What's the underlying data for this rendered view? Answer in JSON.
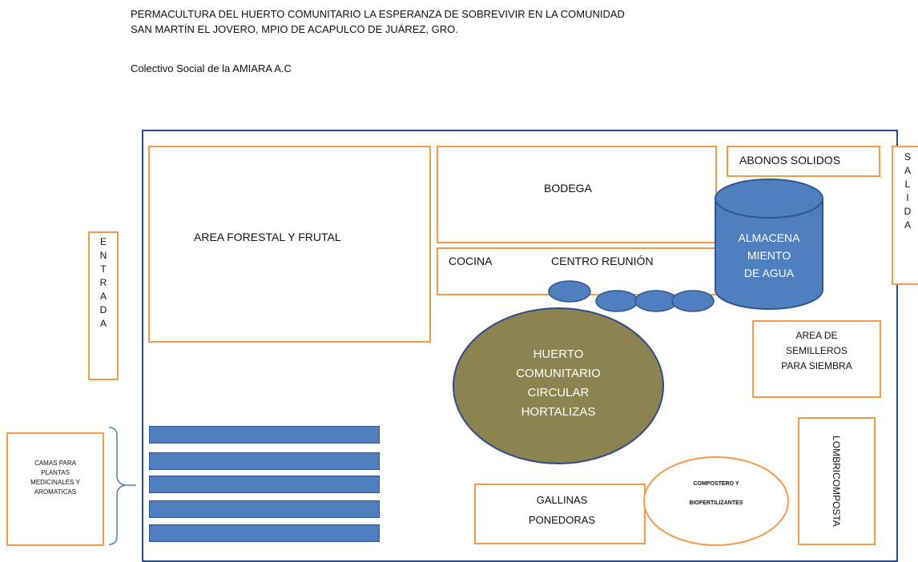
{
  "header": {
    "title_line1": "PERMACULTURA DEL HUERTO COMUNITARIO LA ESPERANZA DE SOBREVIVIR EN LA COMUNIDAD",
    "title_line2": "SAN MARTÍN EL JOVERO, MPIO DE ACAPULCO DE JUÁREZ,  GRO.",
    "subtitle": "Colectivo Social de la AMIARA  A.C"
  },
  "labels": {
    "entrada": [
      "E",
      "N",
      "T",
      "R",
      "A",
      "D",
      "A"
    ],
    "salida": [
      "S",
      "A",
      "L",
      "I",
      "D",
      "A"
    ],
    "forestal": "AREA FORESTAL Y FRUTAL",
    "bodega": "BODEGA",
    "abonos": "ABONOS SOLIDOS",
    "almacena": [
      "ALMACENA",
      "MIENTO",
      "DE AGUA"
    ],
    "cocina": "COCINA",
    "centro": "CENTRO REUNIÓN",
    "semilleros": [
      "AREA DE",
      "SEMILLEROS",
      "PARA SIEMBRA"
    ],
    "huerto": [
      "HUERTO",
      "COMUNITARIO",
      "CIRCULAR",
      "HORTALIZAS"
    ],
    "camas": [
      "CAMAS PARA",
      "PLANTAS",
      "MEDICINALES  Y",
      "AROMATICAS"
    ],
    "gallinas": [
      "GALLINAS",
      "PONEDORAS"
    ],
    "compostero": [
      "COMPOSTERO  Y",
      "BIOFERTILIZANTES"
    ],
    "lombri": "LOMBRICOMPOSTA"
  },
  "colors": {
    "orange_border": "#f59c4a",
    "blue_fill": "#4f7fbf",
    "olive_fill": "#8b8450",
    "frame_blue": "#2f4a8a"
  }
}
